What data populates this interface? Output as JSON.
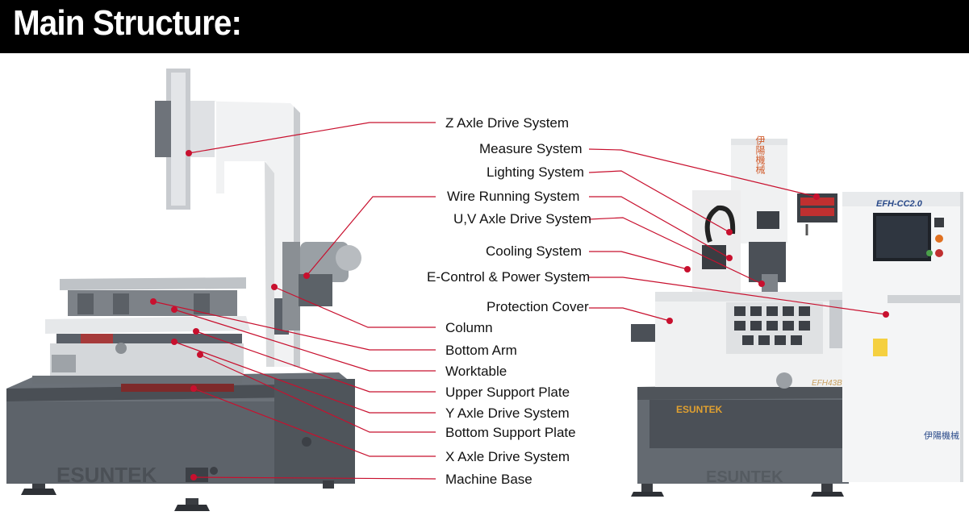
{
  "header": {
    "title": "Main Structure:"
  },
  "left_machine": {
    "brand_on_base": "ESUNTEK",
    "labels": {
      "z_axle": "Z Axle Drive System",
      "column": "Column",
      "bottom_arm": "Bottom Arm",
      "worktable": "Worktable",
      "upper_support": "Upper Support Plate",
      "y_axle": "Y Axle Drive System",
      "bottom_support": "Bottom Support Plate",
      "x_axle": "X Axle Drive System",
      "machine_base": "Machine Base"
    }
  },
  "right_machine": {
    "labels": {
      "measure": "Measure System",
      "lighting": "Lighting System",
      "wire_running": "Wire Running System",
      "uv_axle": "U,V Axle Drive System",
      "cooling": "Cooling System",
      "econtrol": "E-Control & Power System",
      "protection": "Protection Cover"
    },
    "cabinet_model": "EFH-CC2.0",
    "cabinet_chinese": "伊陽機械",
    "column_chinese": "伊陽機械",
    "head_model": "EFH43B",
    "brand": "ESUNTEK",
    "brand_on_base": "ESUNTEK"
  },
  "colors": {
    "leader_line": "#c8102e",
    "header_bg": "#000000",
    "base_gray": "#5a6068"
  }
}
